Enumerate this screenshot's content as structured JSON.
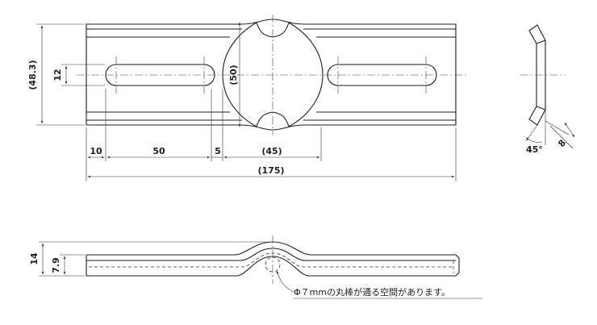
{
  "dimensions": {
    "total_length": "(175)",
    "height_outer": "(48.3)",
    "slot_width": "12",
    "bulge_height": "(50)",
    "edge_offset": "10",
    "slot_length": "50",
    "gap": "5",
    "bulge_width": "(45)",
    "side_angle": "45°",
    "side_flange": "8",
    "thickness_total": "14",
    "thickness_inner": "7.9"
  },
  "note": "Φ７mmの丸棒が通る空間があります。"
}
